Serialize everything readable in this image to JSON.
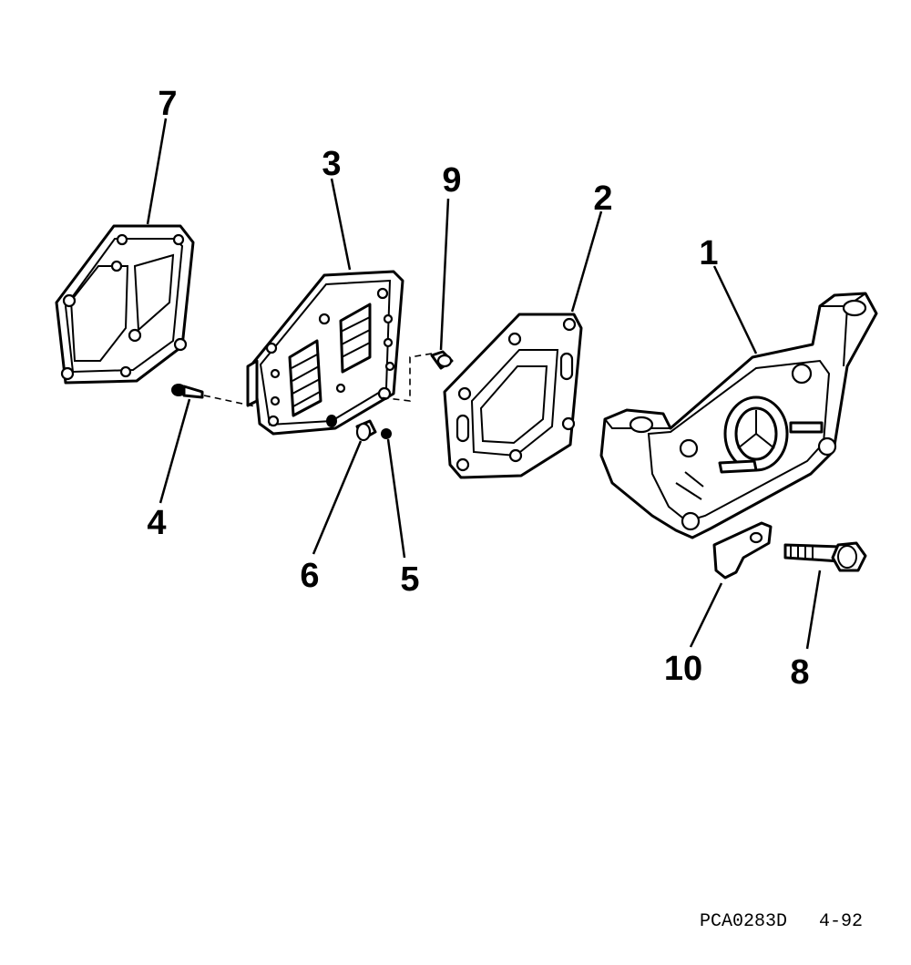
{
  "figure": {
    "callouts": {
      "c1": "1",
      "c2": "2",
      "c3": "3",
      "c4": "4",
      "c5": "5",
      "c6": "6",
      "c7": "7",
      "c8": "8",
      "c9": "9",
      "c10": "10"
    },
    "footer_code": "PCA0283D",
    "footer_page": "4-92"
  }
}
